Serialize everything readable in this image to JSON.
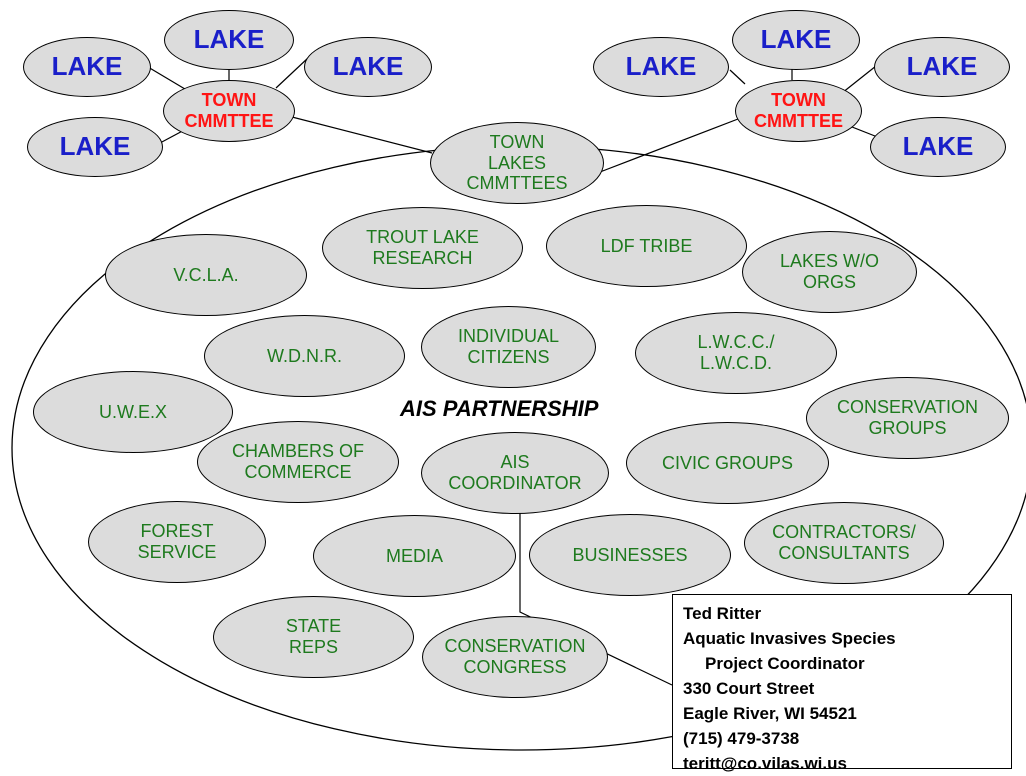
{
  "lake_label": "LAKE",
  "town_committee_label": [
    "TOWN",
    "CMMTTEE"
  ],
  "partnership_title": "AIS PARTNERSHIP",
  "organizations": {
    "town_lakes": [
      "TOWN",
      "LAKES",
      "CMMTTEES"
    ],
    "trout_lake": [
      "TROUT LAKE",
      "RESEARCH"
    ],
    "ldf_tribe": [
      "LDF TRIBE"
    ],
    "vcla": [
      "V.C.L.A."
    ],
    "lakes_wo": [
      "LAKES W/O",
      "ORGS"
    ],
    "wdnr": [
      "W.D.N.R."
    ],
    "individual": [
      "INDIVIDUAL",
      "CITIZENS"
    ],
    "lwcc": [
      "L.W.C.C./",
      "L.W.C.D."
    ],
    "uwex": [
      "U.W.E.X"
    ],
    "conservation_groups": [
      "CONSERVATION",
      "GROUPS"
    ],
    "chambers": [
      "CHAMBERS OF",
      "COMMERCE"
    ],
    "ais_coordinator": [
      "AIS",
      "COORDINATOR"
    ],
    "civic": [
      "CIVIC GROUPS"
    ],
    "forest": [
      "FOREST",
      "SERVICE"
    ],
    "media": [
      "MEDIA"
    ],
    "businesses": [
      "BUSINESSES"
    ],
    "contractors": [
      "CONTRACTORS/",
      "CONSULTANTS"
    ],
    "state_reps": [
      "STATE",
      "REPS"
    ],
    "conservation_congress": [
      "CONSERVATION",
      "CONGRESS"
    ]
  },
  "contact": {
    "name": "Ted Ritter",
    "title_line1": "Aquatic Invasives Species",
    "title_line2": "Project Coordinator",
    "street": "330 Court Street",
    "city": "Eagle River, WI 54521",
    "phone": "(715) 479-3738",
    "email": "teritt@co.vilas.wi.us"
  },
  "colors": {
    "lake_text": "#1a1fc9",
    "town_text": "#ff1414",
    "org_text": "#1e7a1e",
    "node_fill": "#dcdcdc"
  }
}
